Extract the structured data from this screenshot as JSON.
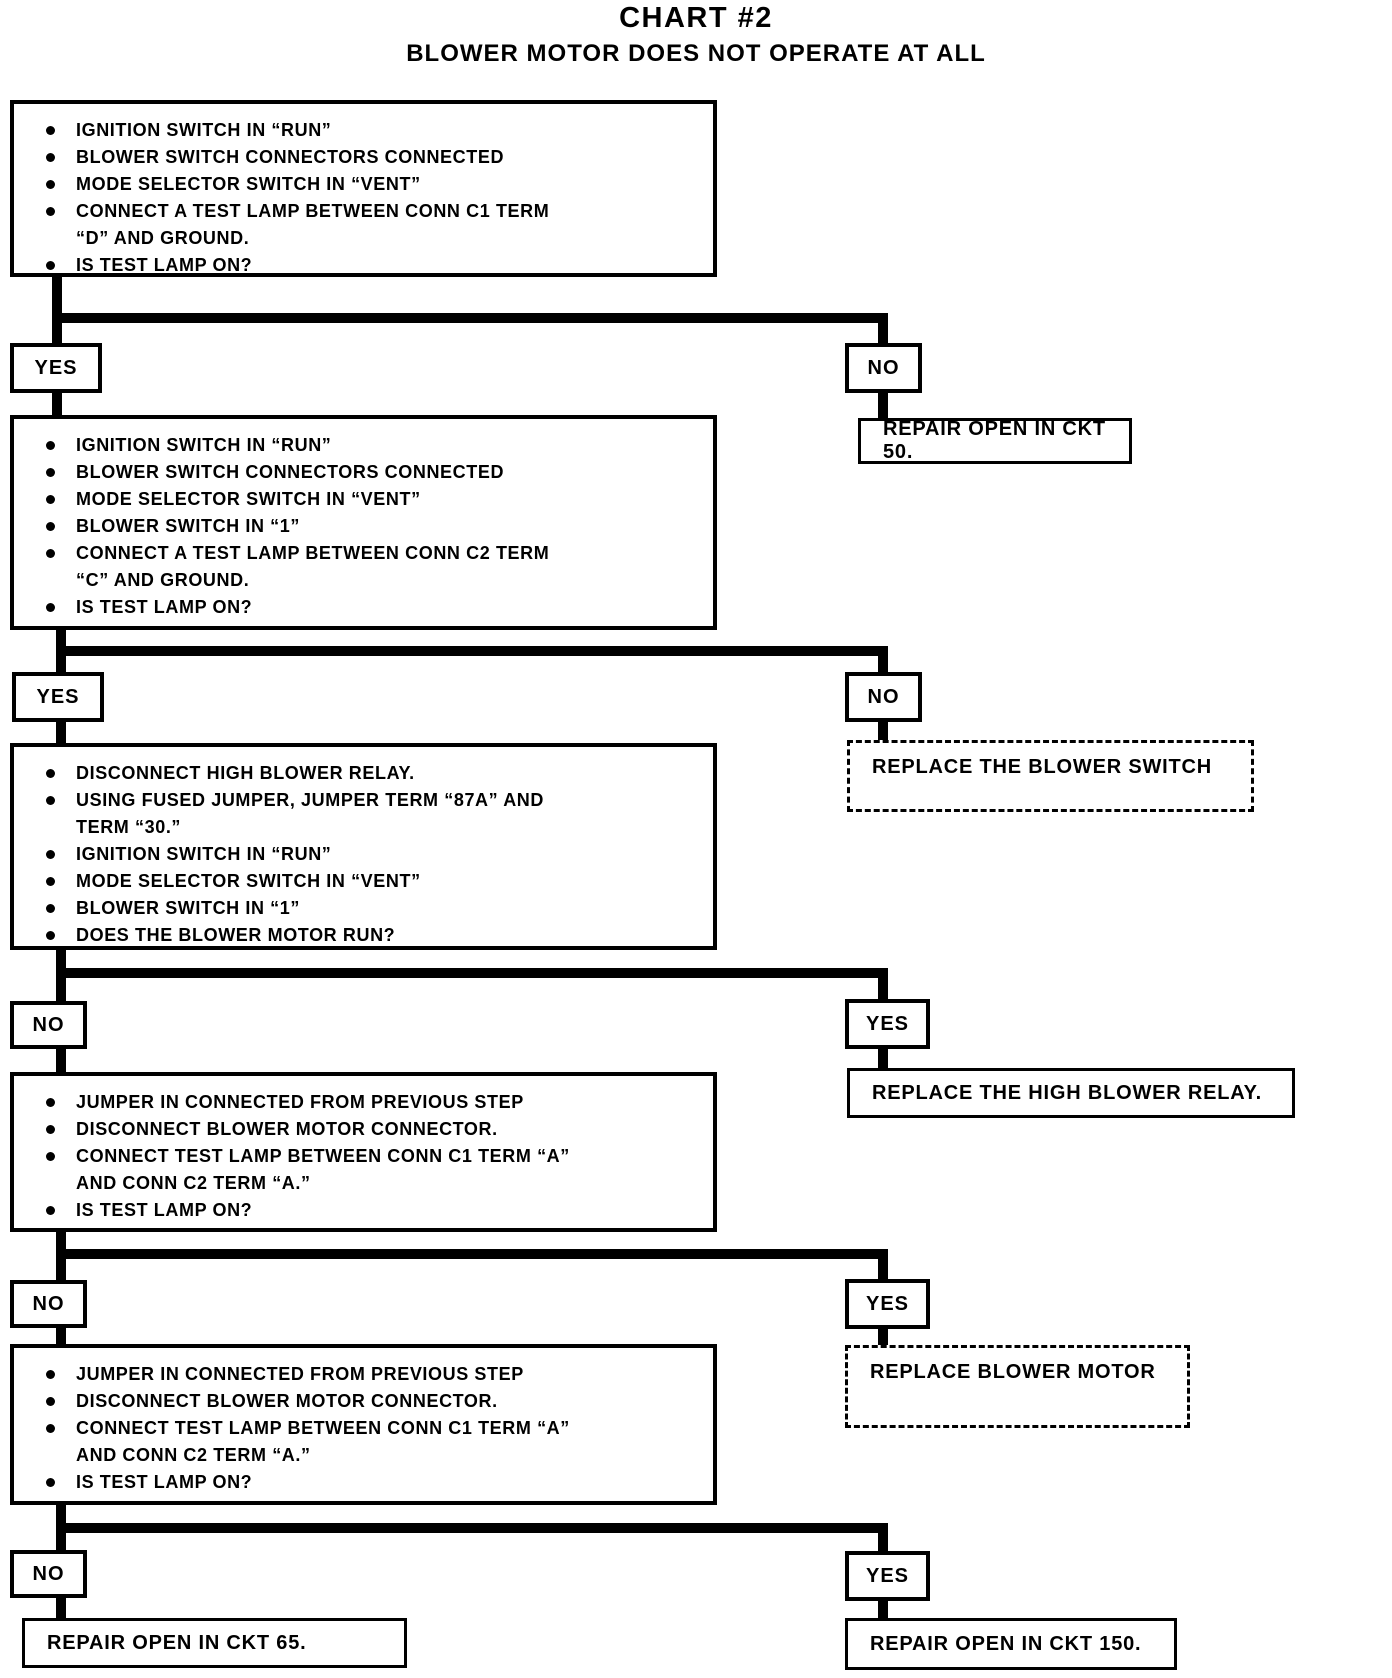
{
  "title": "CHART #2",
  "subtitle": "BLOWER MOTOR DOES NOT OPERATE AT ALL",
  "colors": {
    "ink": "#000000",
    "paper": "#ffffff"
  },
  "steps": [
    {
      "items": [
        {
          "lines": [
            "IGNITION SWITCH IN “RUN”"
          ]
        },
        {
          "lines": [
            "BLOWER SWITCH CONNECTORS CONNECTED"
          ]
        },
        {
          "lines": [
            "MODE SELECTOR SWITCH IN “VENT”"
          ]
        },
        {
          "lines": [
            "CONNECT A TEST LAMP BETWEEN CONN C1 TERM",
            "“D” AND GROUND."
          ]
        },
        {
          "lines": [
            "IS TEST LAMP ON?"
          ]
        }
      ],
      "left_label": "YES",
      "right_label": "NO",
      "result": {
        "text": "REPAIR OPEN IN CKT 50.",
        "style": "solid"
      }
    },
    {
      "items": [
        {
          "lines": [
            "IGNITION SWITCH IN “RUN”"
          ]
        },
        {
          "lines": [
            "BLOWER SWITCH CONNECTORS CONNECTED"
          ]
        },
        {
          "lines": [
            "MODE SELECTOR SWITCH IN “VENT”"
          ]
        },
        {
          "lines": [
            "BLOWER SWITCH IN “1”"
          ]
        },
        {
          "lines": [
            "CONNECT A TEST LAMP BETWEEN CONN C2 TERM",
            "“C” AND GROUND."
          ]
        },
        {
          "lines": [
            "IS TEST LAMP ON?"
          ]
        }
      ],
      "left_label": "YES",
      "right_label": "NO",
      "result": {
        "text": "REPLACE THE BLOWER SWITCH",
        "style": "dashed"
      }
    },
    {
      "items": [
        {
          "lines": [
            "DISCONNECT HIGH BLOWER RELAY."
          ]
        },
        {
          "lines": [
            "USING FUSED JUMPER, JUMPER TERM “87A” AND",
            "TERM “30.”"
          ]
        },
        {
          "lines": [
            "IGNITION SWITCH IN “RUN”"
          ]
        },
        {
          "lines": [
            "MODE SELECTOR SWITCH IN “VENT”"
          ]
        },
        {
          "lines": [
            "BLOWER SWITCH IN “1”"
          ]
        },
        {
          "lines": [
            "DOES THE BLOWER MOTOR RUN?"
          ]
        }
      ],
      "left_label": "NO",
      "right_label": "YES",
      "result": {
        "text": "REPLACE THE HIGH BLOWER RELAY.",
        "style": "solid"
      }
    },
    {
      "items": [
        {
          "lines": [
            "JUMPER IN CONNECTED FROM PREVIOUS STEP"
          ]
        },
        {
          "lines": [
            "DISCONNECT BLOWER MOTOR CONNECTOR."
          ]
        },
        {
          "lines": [
            "CONNECT TEST LAMP BETWEEN CONN C1 TERM “A”",
            "AND CONN C2 TERM “A.”"
          ]
        },
        {
          "lines": [
            "IS TEST LAMP ON?"
          ]
        }
      ],
      "left_label": "NO",
      "right_label": "YES",
      "result": {
        "text": "REPLACE BLOWER MOTOR",
        "style": "dashed"
      }
    },
    {
      "items": [
        {
          "lines": [
            "JUMPER IN CONNECTED FROM PREVIOUS STEP"
          ]
        },
        {
          "lines": [
            "DISCONNECT BLOWER MOTOR CONNECTOR."
          ]
        },
        {
          "lines": [
            "CONNECT TEST LAMP BETWEEN CONN C1 TERM “A”",
            "AND CONN C2 TERM “A.”"
          ]
        },
        {
          "lines": [
            "IS TEST LAMP ON?"
          ]
        }
      ],
      "left_label": "NO",
      "right_label": "YES",
      "left_result": {
        "text": "REPAIR OPEN IN CKT 65.",
        "style": "solid"
      },
      "result": {
        "text": "REPAIR OPEN IN CKT 150.",
        "style": "solid"
      }
    }
  ]
}
